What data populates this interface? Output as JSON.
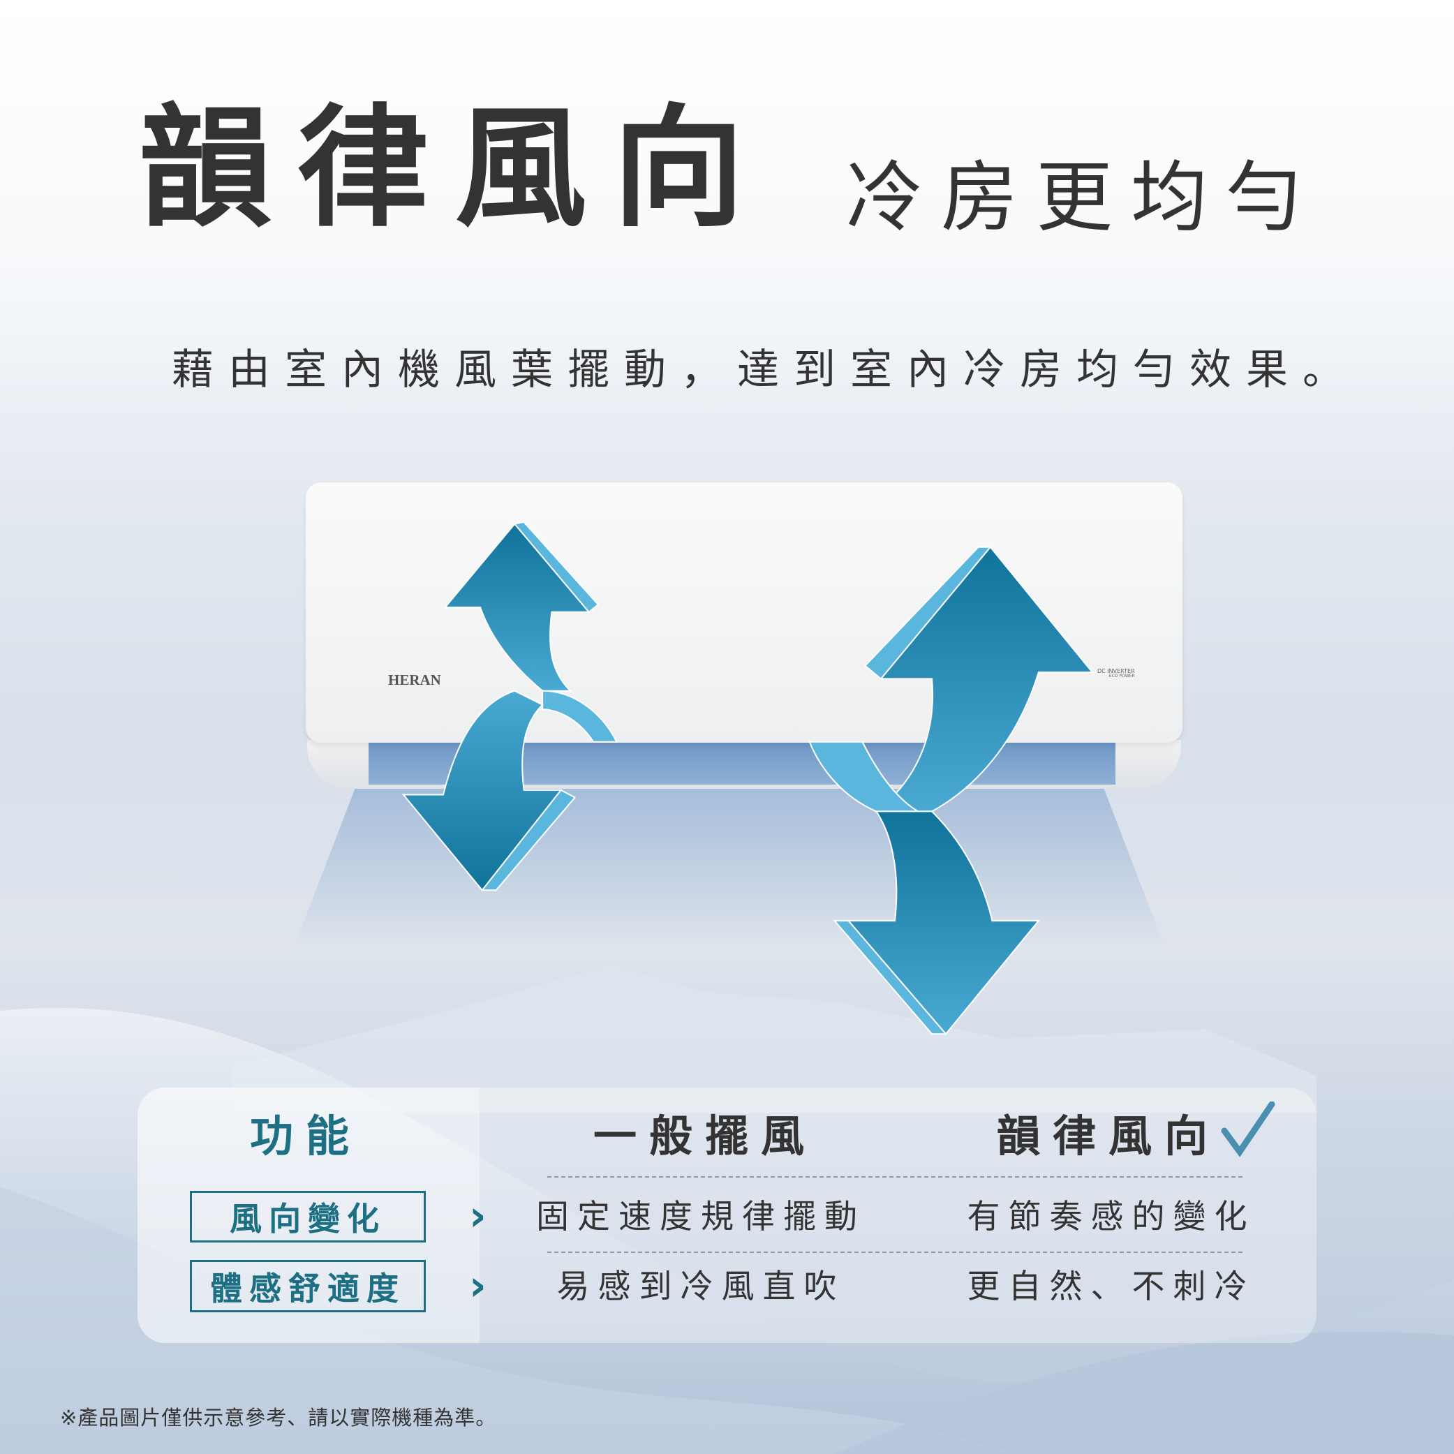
{
  "headline": {
    "title": "韻律風向",
    "tagline": "冷房更均勻"
  },
  "subtitle": "藉由室內機風葉擺動，達到室內冷房均勻效果。",
  "product": {
    "brand": "HERAN",
    "badge_line1": "DC INVERTER",
    "badge_line2": "ECO POWER"
  },
  "comparison": {
    "headers": [
      "功能",
      "一般擺風",
      "韻律風向"
    ],
    "check_icon": "check-icon",
    "rows": [
      {
        "feature": "風向變化",
        "normal": "固定速度規律擺動",
        "rhythm": "有節奏感的變化"
      },
      {
        "feature": "體感舒適度",
        "normal": "易感到冷風直吹",
        "rhythm": "更自然、不刺冷"
      }
    ]
  },
  "colors": {
    "accent": "#1d6f84",
    "arrow_dark": "#0f7299",
    "arrow_light": "#5bb6de"
  },
  "footnote": "※產品圖片僅供示意參考、請以實際機種為準。"
}
